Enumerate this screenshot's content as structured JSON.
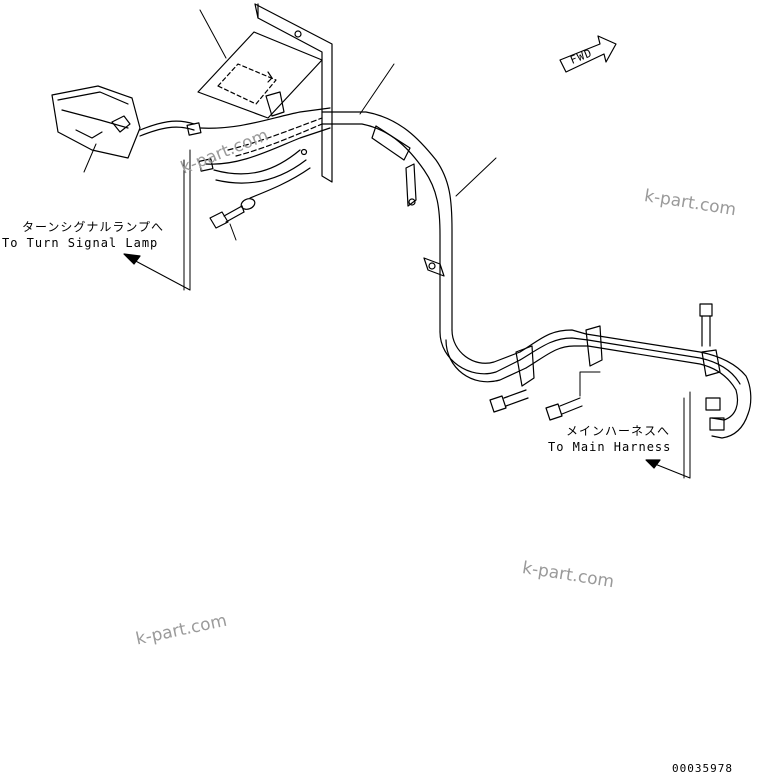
{
  "labels": {
    "turn_signal_jp": "ターンシグナルランプへ",
    "turn_signal_en": "To Turn Signal Lamp",
    "main_harness_jp": "メインハーネスへ",
    "main_harness_en": "To Main Harness",
    "fwd": "FWD",
    "part_number": "00035978"
  },
  "watermarks": [
    "k-part.com",
    "k-part.com",
    "k-part.com",
    "k-part.com"
  ],
  "colors": {
    "line": "#000000",
    "watermark": "#9a9a9a",
    "background": "#ffffff"
  }
}
